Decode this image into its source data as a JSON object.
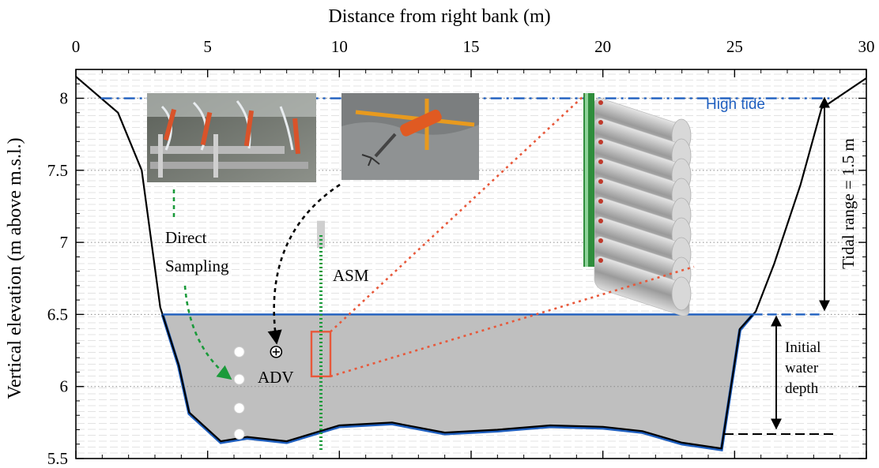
{
  "figure": {
    "x_axis_label": "Distance from right bank (m)",
    "y_axis_label": "Vertical elevation (m above m.s.l.)",
    "x_ticks": [
      0,
      5,
      10,
      15,
      20,
      25,
      30
    ],
    "y_ticks": [
      5.5,
      6,
      6.5,
      7,
      7.5,
      8
    ],
    "x_tick_labels": [
      "0",
      "5",
      "10",
      "15",
      "20",
      "25",
      "30"
    ],
    "y_tick_labels": [
      "5.5",
      "6",
      "6.5",
      "7",
      "7.5",
      "8"
    ],
    "xlim": [
      0,
      30
    ],
    "ylim": [
      5.5,
      8.2
    ]
  },
  "annotations": {
    "high_tide": "High tide",
    "tidal_range": "Tidal range = 1.5 m",
    "direct_sampling_line1": "Direct",
    "direct_sampling_line2": "Sampling",
    "asm": "ASM",
    "adv": "ADV",
    "initial_depth_line1": "Initial",
    "initial_depth_line2": "water",
    "initial_depth_line3": "depth"
  },
  "colors": {
    "water_fill": "#bfbfbf",
    "high_tide_line": "#1f5fbf",
    "riverbed_line": "#000000",
    "zoom_box": "#e8583a",
    "sampling_arrow": "#1a9a3a",
    "asm_rod": "#1a9a3a"
  },
  "icons": {
    "photo_direct_sampling": "direct-sampling-photo",
    "photo_adv": "adv-instrument-photo",
    "photo_asm": "asm-sensor-array-photo"
  },
  "chart_data": {
    "type": "line",
    "title": "",
    "xlabel": "Distance from right bank (m)",
    "ylabel": "Vertical elevation (m above m.s.l.)",
    "xlim": [
      0,
      30
    ],
    "ylim": [
      5.5,
      8.2
    ],
    "grid": true,
    "series": [
      {
        "name": "",
        "x": [
          0,
          1.6,
          2.5,
          3.2,
          3.9,
          4.3,
          5.5,
          6.5,
          8,
          10,
          12,
          14,
          16,
          18,
          20,
          21.5,
          23,
          24.5,
          25.2,
          25.8,
          26.5,
          27.5,
          28.3,
          30
        ],
        "y": [
          8.15,
          7.9,
          7.5,
          6.55,
          6.15,
          5.82,
          5.62,
          5.65,
          5.62,
          5.73,
          5.75,
          5.68,
          5.7,
          5.73,
          5.72,
          5.69,
          5.61,
          5.57,
          6.4,
          6.52,
          6.85,
          7.4,
          7.93,
          8.14
        ]
      }
    ],
    "levels": {
      "high_tide": 8.0,
      "initial_water_level": 6.5,
      "initial_depth_bottom": 5.67,
      "tidal_range": 1.5
    },
    "direct_sampling_points": {
      "x": [
        6.2,
        6.2,
        6.2,
        6.2
      ],
      "y": [
        6.24,
        6.05,
        5.85,
        5.67
      ]
    },
    "adv_point": {
      "x": 7.6,
      "y": 6.24
    },
    "asm_rod": {
      "x": 9.3,
      "y_top": 7.05,
      "y_bottom": 5.55
    }
  }
}
